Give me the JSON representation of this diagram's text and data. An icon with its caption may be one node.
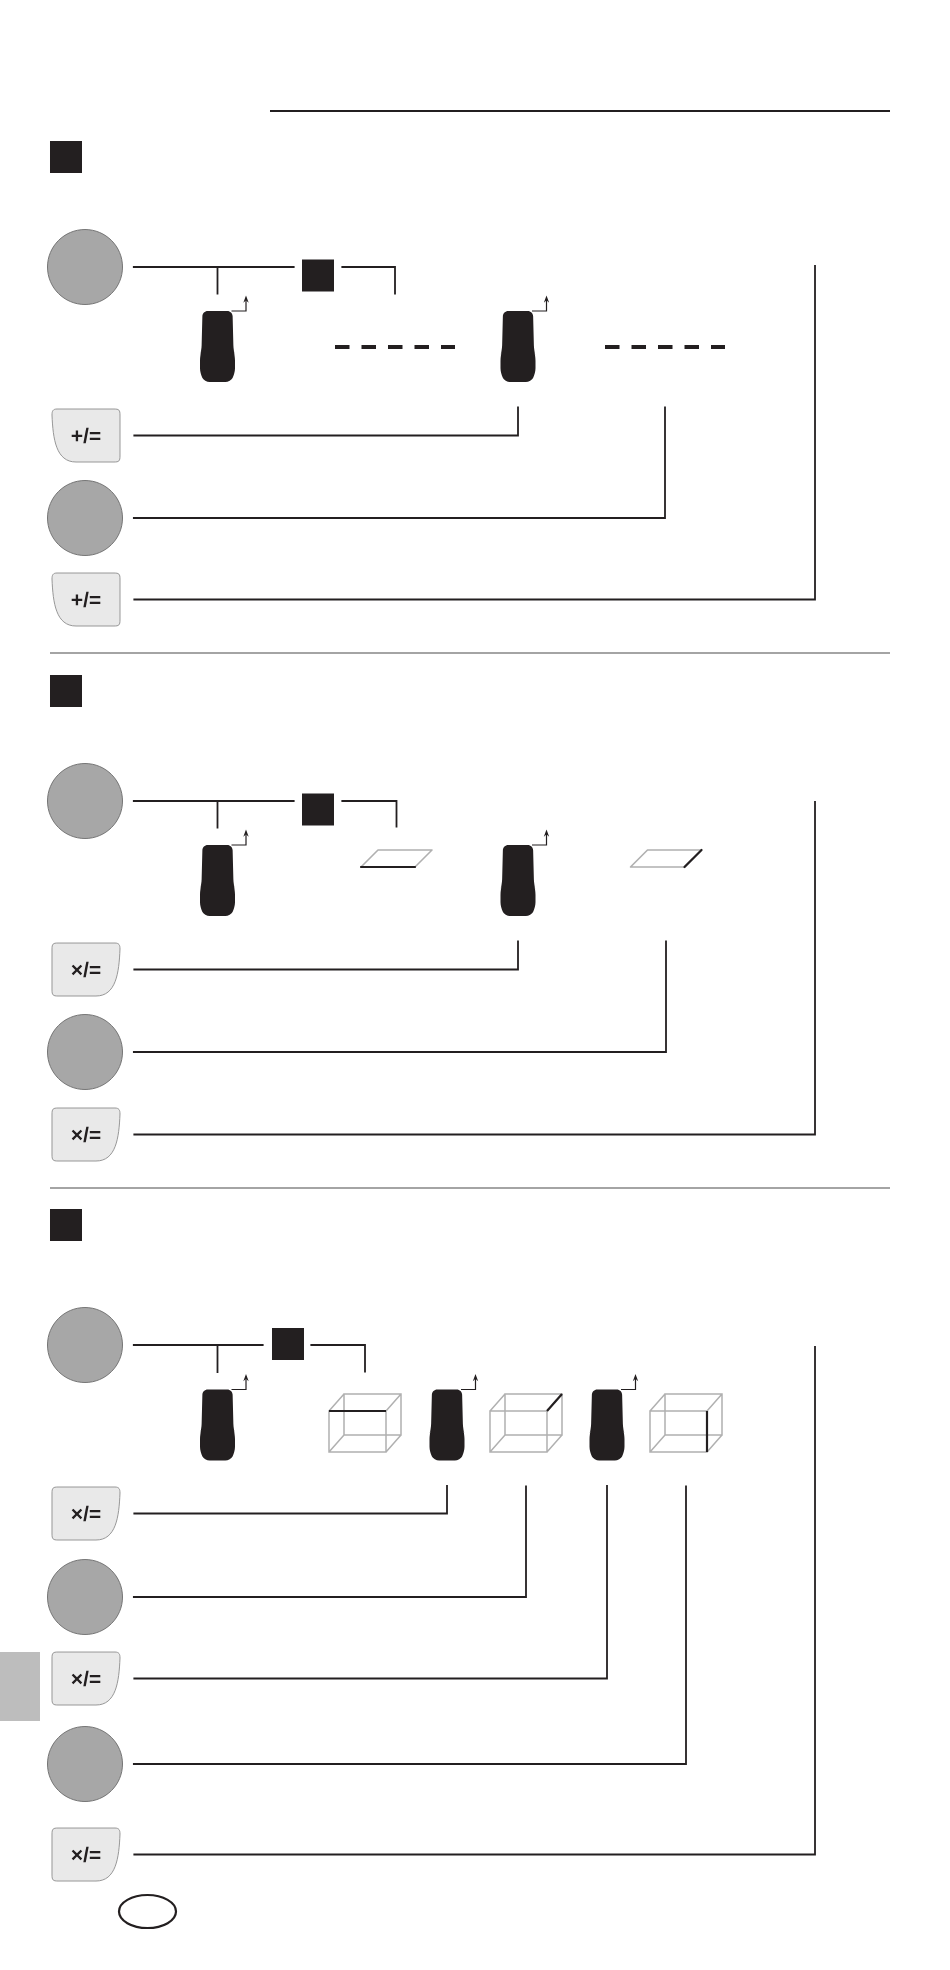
{
  "diagram": {
    "nodes": [
      {
        "text": [],
        "shape": "box"
      },
      {
        "text": [],
        "shape": "circle"
      },
      {
        "text": [],
        "shape": "box"
      },
      {
        "text": [],
        "shape": "box"
      },
      {
        "text": [],
        "shape": "line"
      },
      {
        "text": [],
        "shape": "box"
      },
      {
        "text": [],
        "shape": "line"
      },
      {
        "text": [
          "+/="
        ]
      },
      {
        "text": [],
        "shape": "circle"
      },
      {
        "text": [
          "+/="
        ]
      },
      {
        "text": [],
        "shape": "box"
      },
      {
        "text": [],
        "shape": "circle"
      },
      {
        "text": [],
        "shape": "box"
      },
      {
        "text": [],
        "shape": "box"
      },
      {
        "text": [],
        "shape": "parallelogram"
      },
      {
        "text": [],
        "shape": "box"
      },
      {
        "text": [],
        "shape": "parallelogram"
      },
      {
        "text": [
          "×/="
        ]
      },
      {
        "text": [],
        "shape": "circle"
      },
      {
        "text": [
          "×/="
        ]
      },
      {
        "text": [],
        "shape": "box"
      },
      {
        "text": [],
        "shape": "circle"
      },
      {
        "text": [],
        "shape": "box"
      },
      {
        "text": [],
        "shape": "box"
      },
      {
        "text": [],
        "shape": "cube"
      },
      {
        "text": [],
        "shape": "box"
      },
      {
        "text": [],
        "shape": "cube"
      },
      {
        "text": [],
        "shape": "box"
      },
      {
        "text": [],
        "shape": "cube"
      },
      {
        "text": [
          "×/="
        ]
      },
      {
        "text": [],
        "shape": "circle"
      },
      {
        "text": [
          "×/="
        ]
      },
      {
        "text": [],
        "shape": "circle"
      },
      {
        "text": [
          "×/="
        ]
      }
    ],
    "edges": [
      {
        "from": 1,
        "to": 3,
        "arrow": "none"
      },
      {
        "from": 1,
        "to": 2,
        "arrow": "none"
      },
      {
        "from": 2,
        "to": 4,
        "arrow": "none"
      },
      {
        "from": 7,
        "to": 5,
        "arrow": "none"
      },
      {
        "from": 8,
        "to": 6,
        "arrow": "none"
      },
      {
        "from": 9,
        "to": null,
        "arrow": "none"
      },
      {
        "from": 11,
        "to": 13,
        "arrow": "none"
      },
      {
        "from": 11,
        "to": 12,
        "arrow": "none"
      },
      {
        "from": 12,
        "to": 14,
        "arrow": "none"
      },
      {
        "from": 17,
        "to": 15,
        "arrow": "none"
      },
      {
        "from": 18,
        "to": 16,
        "arrow": "none"
      },
      {
        "from": 19,
        "to": null,
        "arrow": "none"
      },
      {
        "from": 21,
        "to": 23,
        "arrow": "none"
      },
      {
        "from": 21,
        "to": 22,
        "arrow": "none"
      },
      {
        "from": 22,
        "to": 24,
        "arrow": "none"
      },
      {
        "from": 29,
        "to": 25,
        "arrow": "none"
      },
      {
        "from": 30,
        "to": 26,
        "arrow": "none"
      },
      {
        "from": 31,
        "to": 27,
        "arrow": "none"
      },
      {
        "from": 32,
        "to": 28,
        "arrow": "none"
      },
      {
        "from": 33,
        "to": null,
        "arrow": "none"
      }
    ]
  }
}
